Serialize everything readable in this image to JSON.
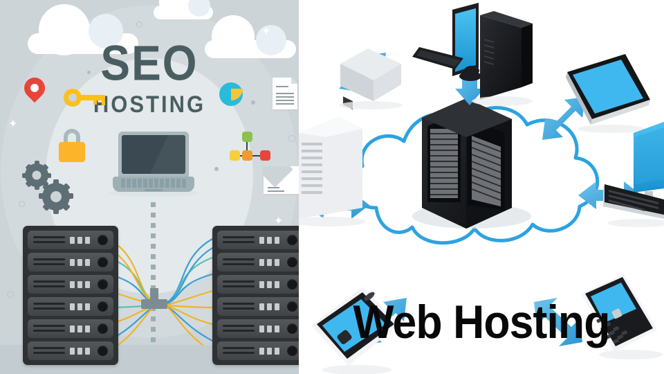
{
  "image": {
    "kind": "composite-illustration",
    "panels": 2
  },
  "left_panel": {
    "name": "SEO Hosting flat illustration",
    "title_main": "SEO",
    "title_sub": "HOSTING",
    "background_color": "#ccd4d8",
    "title_color": "#4a5e62",
    "icons": [
      {
        "name": "map-pin-icon",
        "color": "#e8443a"
      },
      {
        "name": "key-icon",
        "color": "#fcc018"
      },
      {
        "name": "padlock-icon",
        "color": "#fcb42a"
      },
      {
        "name": "gears-icon",
        "color": "#5d6e75"
      },
      {
        "name": "pie-chart-icon",
        "color": "#29bcd8",
        "accent": "#f5c53d"
      },
      {
        "name": "document-icon",
        "color": "#ffffff"
      },
      {
        "name": "network-nodes-icon",
        "colors": [
          "#8cc152",
          "#f5d03c",
          "#f29a2e",
          "#e8453c"
        ]
      },
      {
        "name": "envelope-icon",
        "color": "#ffffff"
      },
      {
        "name": "laptop-icon",
        "color": "#3b4a52"
      },
      {
        "name": "server-rack-left",
        "units": 6,
        "color": "#2f3234"
      },
      {
        "name": "server-rack-right",
        "units": 6,
        "color": "#2f3234"
      },
      {
        "name": "cable-hub-icon",
        "color": "#7d8c93"
      }
    ],
    "cable_colors": [
      "#f0b429",
      "#3a9fd6",
      "#5fc0b0"
    ],
    "clouds": 3
  },
  "right_panel": {
    "name": "Web Hosting 3D cloud diagram",
    "title": "Web Hosting",
    "title_color": "#080808",
    "background_color": "#ffffff",
    "cloud_outline_color": "#2ca3e0",
    "arrow_color": "#3fa9e0",
    "center_object": {
      "name": "server-cabinets",
      "count": 2,
      "color": "#15161a"
    },
    "connected_devices": [
      {
        "name": "modem-box-device",
        "position": "top-left"
      },
      {
        "name": "desktop-computer-device",
        "position": "top-center"
      },
      {
        "name": "tablet-device",
        "position": "top-right"
      },
      {
        "name": "pc-tower-device",
        "position": "left"
      },
      {
        "name": "monitor-keyboard-device",
        "position": "right"
      },
      {
        "name": "smartphone-device",
        "position": "bottom-left"
      },
      {
        "name": "qwerty-phone-device",
        "position": "bottom-right"
      }
    ],
    "arrows": 6
  }
}
